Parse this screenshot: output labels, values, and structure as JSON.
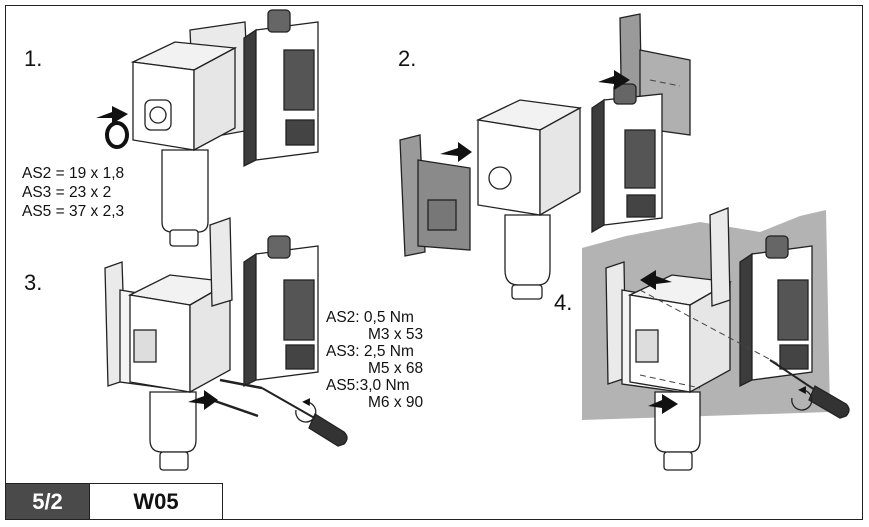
{
  "steps": [
    {
      "number": "1."
    },
    {
      "number": "2."
    },
    {
      "number": "3."
    },
    {
      "number": "4."
    }
  ],
  "seal_sizes": [
    {
      "model": "AS2 =",
      "value": "19 x 1,8"
    },
    {
      "model": "AS3 =",
      "value": "23 x 2"
    },
    {
      "model": "AS5 =",
      "value": "37 x 2,3"
    }
  ],
  "torque_specs": [
    {
      "model": "AS2:",
      "torque": "0,5 Nm",
      "screw": "M3 x 53"
    },
    {
      "model": "AS3:",
      "torque": "2,5 Nm",
      "screw": "M5 x 68"
    },
    {
      "model": "AS5:",
      "torque": "3,0 Nm",
      "screw": "M6 x 90"
    }
  ],
  "footer": {
    "page": "5/2",
    "code": "W05"
  },
  "colors": {
    "frame": "#222222",
    "device_body": "#ffffff",
    "sensor_dark": "#3c3c3c",
    "bracket_grey": "#8a8a8a",
    "wall_grey": "#b3b3b3",
    "footer_dark": "#4a4a4a"
  }
}
